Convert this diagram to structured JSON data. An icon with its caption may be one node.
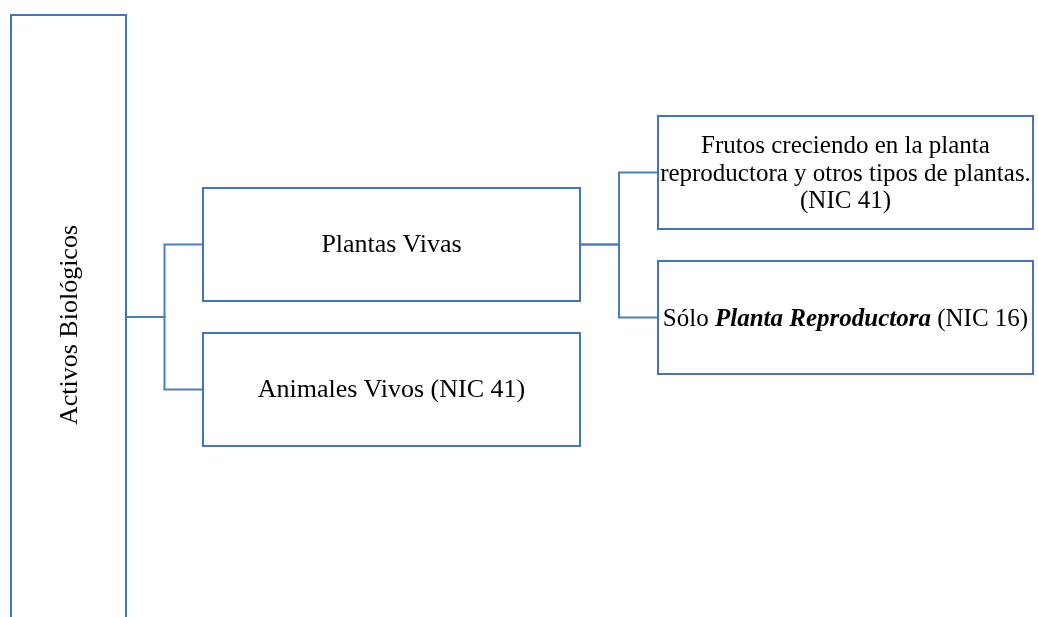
{
  "diagram": {
    "nodes": [
      {
        "text": [
          "Activos Biológicos"
        ]
      },
      {
        "text": [
          "Plantas Vivas"
        ]
      },
      {
        "text": [
          "Animales Vivos (NIC 41)"
        ]
      },
      {
        "text": [
          "Frutos creciendo en la planta reproductora y otros tipos de plantas. (NIC 41)"
        ]
      },
      {
        "text": [
          "Sólo **Planta Reproductora** (NIC 16)"
        ]
      }
    ],
    "edges": [
      {
        "from": 0,
        "to": 1,
        "arrow": "none"
      },
      {
        "from": 0,
        "to": 2,
        "arrow": "none"
      },
      {
        "from": 1,
        "to": 3,
        "arrow": "none"
      },
      {
        "from": 1,
        "to": 4,
        "arrow": "none"
      }
    ]
  }
}
